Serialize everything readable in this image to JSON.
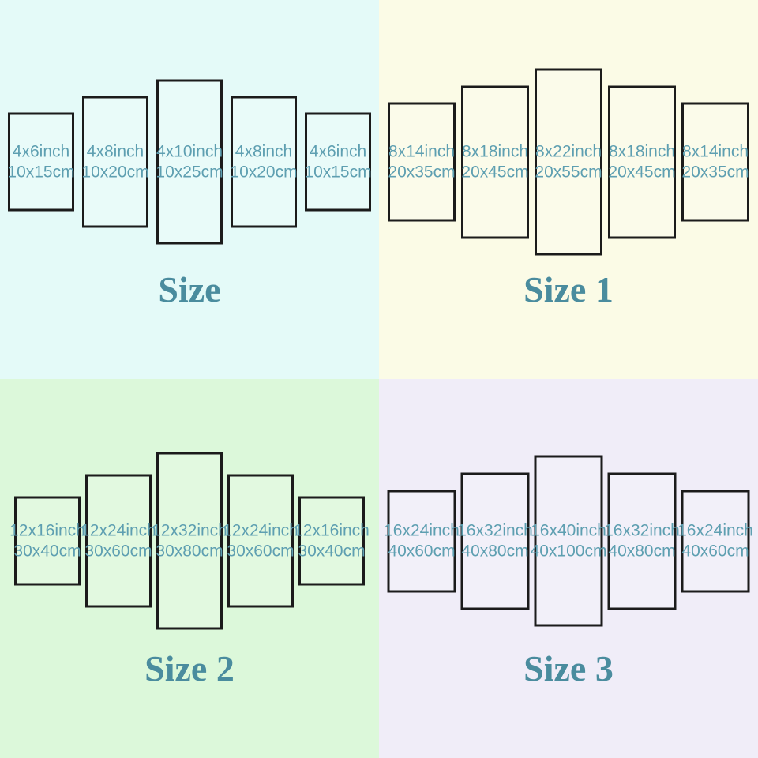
{
  "colors": {
    "panel_text": "#5e9fb1",
    "title_text": "#4a8c9e",
    "panel_border": "#1b1b1b",
    "quadrant_backgrounds": [
      "#e4faf8",
      "#fbfbe6",
      "#dcf8da",
      "#f0edf8"
    ]
  },
  "quadrants": [
    {
      "title": "Size",
      "bg": "#e4faf8",
      "panels": [
        {
          "inch_label": "4x6inch",
          "cm_label": "10x15cm",
          "w_in": 4,
          "h_in": 6
        },
        {
          "inch_label": "4x8inch",
          "cm_label": "10x20cm",
          "w_in": 4,
          "h_in": 8
        },
        {
          "inch_label": "4x10inch",
          "cm_label": "10x25cm",
          "w_in": 4,
          "h_in": 10
        },
        {
          "inch_label": "4x8inch",
          "cm_label": "10x20cm",
          "w_in": 4,
          "h_in": 8
        },
        {
          "inch_label": "4x6inch",
          "cm_label": "10x15cm",
          "w_in": 4,
          "h_in": 6
        }
      ]
    },
    {
      "title": "Size 1",
      "bg": "#fbfbe6",
      "panels": [
        {
          "inch_label": "8x14inch",
          "cm_label": "20x35cm",
          "w_in": 8,
          "h_in": 14
        },
        {
          "inch_label": "8x18inch",
          "cm_label": "20x45cm",
          "w_in": 8,
          "h_in": 18
        },
        {
          "inch_label": "8x22inch",
          "cm_label": "20x55cm",
          "w_in": 8,
          "h_in": 22
        },
        {
          "inch_label": "8x18inch",
          "cm_label": "20x45cm",
          "w_in": 8,
          "h_in": 18
        },
        {
          "inch_label": "8x14inch",
          "cm_label": "20x35cm",
          "w_in": 8,
          "h_in": 14
        }
      ]
    },
    {
      "title": "Size 2",
      "bg": "#dcf8da",
      "panels": [
        {
          "inch_label": "12x16inch",
          "cm_label": "30x40cm",
          "w_in": 12,
          "h_in": 16
        },
        {
          "inch_label": "12x24inch",
          "cm_label": "30x60cm",
          "w_in": 12,
          "h_in": 24
        },
        {
          "inch_label": "12x32inch",
          "cm_label": "30x80cm",
          "w_in": 12,
          "h_in": 32
        },
        {
          "inch_label": "12x24inch",
          "cm_label": "30x60cm",
          "w_in": 12,
          "h_in": 24
        },
        {
          "inch_label": "12x16inch",
          "cm_label": "30x40cm",
          "w_in": 12,
          "h_in": 16
        }
      ]
    },
    {
      "title": "Size 3",
      "bg": "#f0edf8",
      "panels": [
        {
          "inch_label": "16x24inch",
          "cm_label": "40x60cm",
          "w_in": 16,
          "h_in": 24
        },
        {
          "inch_label": "16x32inch",
          "cm_label": "40x80cm",
          "w_in": 16,
          "h_in": 32
        },
        {
          "inch_label": "16x40inch",
          "cm_label": "40x100cm",
          "w_in": 16,
          "h_in": 40
        },
        {
          "inch_label": "16x32inch",
          "cm_label": "40x80cm",
          "w_in": 16,
          "h_in": 32
        },
        {
          "inch_label": "16x24inch",
          "cm_label": "40x60cm",
          "w_in": 16,
          "h_in": 24
        }
      ]
    }
  ]
}
